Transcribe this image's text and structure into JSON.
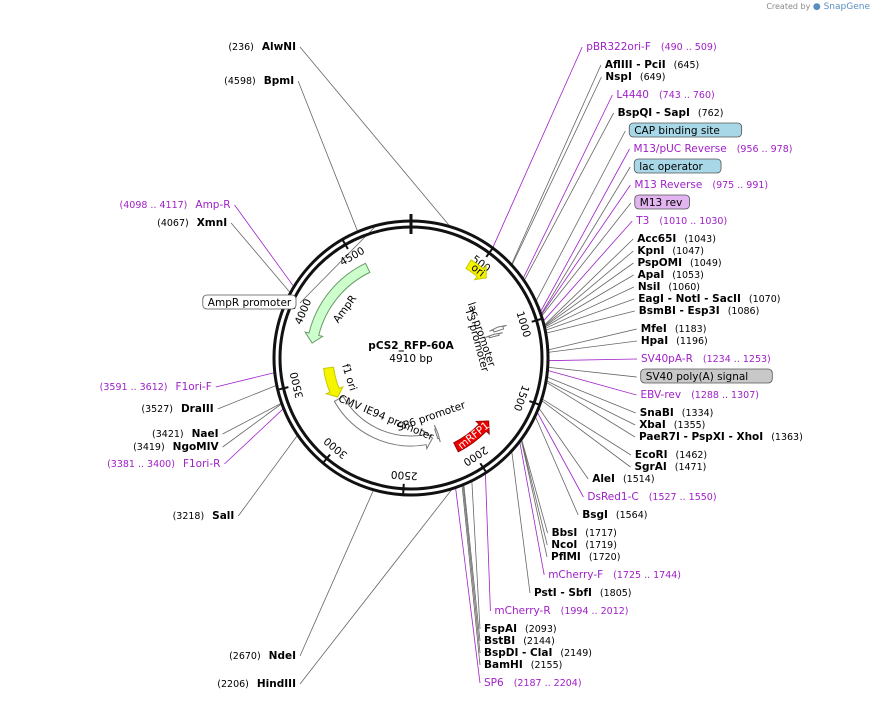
{
  "credit": {
    "prefix": "Created by",
    "brand": "SnapGene"
  },
  "plasmid": {
    "name": "pCS2_RFP-60A",
    "size": "4910 bp",
    "length": 4910
  },
  "ticks": [
    "500",
    "1000",
    "1500",
    "2000",
    "2500",
    "3000",
    "3500",
    "4000",
    "4500"
  ],
  "features": [
    {
      "id": "ori",
      "label": "ori",
      "start": 430,
      "end": 589,
      "strand": 1,
      "color": "#f5f500",
      "stroke": "#c8c800"
    },
    {
      "id": "ampr",
      "label": "AmpR",
      "start": 3800,
      "end": 4560,
      "strand": -1,
      "color": "#ccffcc",
      "stroke": "#6a9a6a"
    },
    {
      "id": "f1ori",
      "label": "f1 ori",
      "start": 3300,
      "end": 3590,
      "strand": -1,
      "color": "#f5f500",
      "stroke": "#c8c800"
    },
    {
      "id": "cmv",
      "label": "CMV IE94 promoter",
      "start": 2250,
      "end": 3280,
      "strand": -1,
      "color": "#ffffff",
      "stroke": "#777777"
    },
    {
      "id": "mrfp1",
      "label": "mRFP1",
      "start": 1760,
      "end": 2090,
      "strand": -1,
      "color": "#ee0000",
      "stroke": "#990000"
    },
    {
      "id": "sp6",
      "label": "SP6 promoter",
      "start": 2187,
      "end": 2204,
      "strand": -1,
      "color": "#ffffff",
      "stroke": "#777777"
    },
    {
      "id": "t3",
      "label": "T3 promoter",
      "start": 1010,
      "end": 1030,
      "strand": -1,
      "color": "#ffffff",
      "stroke": "#777777"
    },
    {
      "id": "lac",
      "label": "lac promoter",
      "start": 960,
      "end": 990,
      "strand": -1,
      "color": "#ffffff",
      "stroke": "#777777"
    }
  ],
  "sites": [
    {
      "id": "alwni",
      "side": "L",
      "pos": "(236)",
      "name": "AlwNI",
      "loc": 236
    },
    {
      "id": "bpmi",
      "side": "L",
      "pos": "(4598)",
      "name": "BpmI",
      "loc": 4598
    },
    {
      "id": "ampr-p",
      "side": "L",
      "kind": "primer",
      "name": "Amp-R",
      "range": "(4098 .. 4117)",
      "loc": 4107
    },
    {
      "id": "xmni",
      "side": "L",
      "pos": "(4067)",
      "name": "XmnI",
      "loc": 4067
    },
    {
      "id": "amprpromoter",
      "side": "L",
      "kind": "box",
      "name": "AmpR promoter",
      "box": "#ffffff",
      "loc": 4700
    },
    {
      "id": "f1ori-f",
      "side": "L",
      "kind": "primer",
      "name": "F1ori-F",
      "range": "(3591 .. 3612)",
      "loc": 3600
    },
    {
      "id": "draiii",
      "side": "L",
      "pos": "(3527)",
      "name": "DraIII",
      "loc": 3527
    },
    {
      "id": "naei",
      "side": "L",
      "pos": "(3421)",
      "name": "NaeI",
      "loc": 3421
    },
    {
      "id": "ngomiv",
      "side": "L",
      "pos": "(3419)",
      "name": "NgoMIV",
      "loc": 3419
    },
    {
      "id": "f1ori-r",
      "side": "L",
      "kind": "primer",
      "name": "F1ori-R",
      "range": "(3381 .. 3400)",
      "loc": 3390
    },
    {
      "id": "sali",
      "side": "L",
      "pos": "(3218)",
      "name": "SalI",
      "loc": 3218
    },
    {
      "id": "ndei",
      "side": "L",
      "pos": "(2670)",
      "name": "NdeI",
      "loc": 2670
    },
    {
      "id": "hindiii",
      "side": "L",
      "pos": "(2206)",
      "name": "HindIII",
      "loc": 2206
    },
    {
      "id": "pbr322",
      "side": "R",
      "kind": "primer",
      "name": "pBR322ori-F",
      "range": "(490 .. 509)",
      "loc": 500
    },
    {
      "id": "afliii",
      "side": "R",
      "name": "AflIII - PciI",
      "pos": "(645)",
      "loc": 645
    },
    {
      "id": "nspi",
      "side": "R",
      "name": "NspI",
      "pos": "(649)",
      "loc": 649
    },
    {
      "id": "l4440",
      "side": "R",
      "kind": "primer",
      "name": "L4440",
      "range": "(743 .. 760)",
      "loc": 750
    },
    {
      "id": "bspqi",
      "side": "R",
      "name": "BspQI - SapI",
      "pos": "(762)",
      "loc": 762
    },
    {
      "id": "cap",
      "side": "R",
      "kind": "box",
      "name": "CAP binding site",
      "box": "#a8d8e8",
      "loc": 900
    },
    {
      "id": "m13puc",
      "side": "R",
      "kind": "primer",
      "name": "M13/pUC Reverse",
      "range": "(956 .. 978)",
      "loc": 967
    },
    {
      "id": "lacop",
      "side": "R",
      "kind": "box",
      "name": "lac operator",
      "box": "#a8d8e8",
      "loc": 980
    },
    {
      "id": "m13r",
      "side": "R",
      "kind": "primer",
      "name": "M13 Reverse",
      "range": "(975 .. 991)",
      "loc": 983
    },
    {
      "id": "m13rev",
      "side": "R",
      "kind": "box",
      "name": "M13 rev",
      "box": "#e2b4f0",
      "loc": 990
    },
    {
      "id": "t3p",
      "side": "R",
      "kind": "primer",
      "name": "T3",
      "range": "(1010 .. 1030)",
      "loc": 1020
    },
    {
      "id": "acc65i",
      "side": "R",
      "name": "Acc65I",
      "pos": "(1043)",
      "loc": 1043
    },
    {
      "id": "kpni",
      "side": "R",
      "name": "KpnI",
      "pos": "(1047)",
      "loc": 1047
    },
    {
      "id": "psppomi",
      "side": "R",
      "name": "PspOMI",
      "pos": "(1049)",
      "loc": 1049
    },
    {
      "id": "apai",
      "side": "R",
      "name": "ApaI",
      "pos": "(1053)",
      "loc": 1053
    },
    {
      "id": "nsii",
      "side": "R",
      "name": "NsiI",
      "pos": "(1060)",
      "loc": 1060
    },
    {
      "id": "eagi",
      "side": "R",
      "name": "EagI - NotI - SacII",
      "pos": "(1070)",
      "loc": 1070
    },
    {
      "id": "bsmbi",
      "side": "R",
      "name": "BsmBI - Esp3I",
      "pos": "(1086)",
      "loc": 1086
    },
    {
      "id": "mfei",
      "side": "R",
      "name": "MfeI",
      "pos": "(1183)",
      "loc": 1183
    },
    {
      "id": "hpai",
      "side": "R",
      "name": "HpaI",
      "pos": "(1196)",
      "loc": 1196
    },
    {
      "id": "sv40pa",
      "side": "R",
      "kind": "primer",
      "name": "SV40pA-R",
      "range": "(1234 .. 1253)",
      "loc": 1243
    },
    {
      "id": "sv40sig",
      "side": "R",
      "kind": "box",
      "name": "SV40 poly(A) signal",
      "box": "#c8c8c8",
      "loc": 1280
    },
    {
      "id": "ebvrev",
      "side": "R",
      "kind": "primer",
      "name": "EBV-rev",
      "range": "(1288 .. 1307)",
      "loc": 1297
    },
    {
      "id": "snabi",
      "side": "R",
      "name": "SnaBI",
      "pos": "(1334)",
      "loc": 1334
    },
    {
      "id": "xbai",
      "side": "R",
      "name": "XbaI",
      "pos": "(1355)",
      "loc": 1355
    },
    {
      "id": "paer7i",
      "side": "R",
      "name": "PaeR7I - PspXI - XhoI",
      "pos": "(1363)",
      "loc": 1363
    },
    {
      "id": "ecori",
      "side": "R",
      "name": "EcoRI",
      "pos": "(1462)",
      "loc": 1462
    },
    {
      "id": "sgrai",
      "side": "R",
      "name": "SgrAI",
      "pos": "(1471)",
      "loc": 1471
    },
    {
      "id": "alei",
      "side": "R",
      "name": "AleI",
      "pos": "(1514)",
      "loc": 1514
    },
    {
      "id": "dsred",
      "side": "R",
      "kind": "primer",
      "name": "DsRed1-C",
      "range": "(1527 .. 1550)",
      "loc": 1538
    },
    {
      "id": "bsgi",
      "side": "R",
      "name": "BsgI",
      "pos": "(1564)",
      "loc": 1564
    },
    {
      "id": "bbsi",
      "side": "R",
      "name": "BbsI",
      "pos": "(1717)",
      "loc": 1717
    },
    {
      "id": "ncoi",
      "side": "R",
      "name": "NcoI",
      "pos": "(1719)",
      "loc": 1719
    },
    {
      "id": "pflmi",
      "side": "R",
      "name": "PflMI",
      "pos": "(1720)",
      "loc": 1720
    },
    {
      "id": "mcherryf",
      "side": "R",
      "kind": "primer",
      "name": "mCherry-F",
      "range": "(1725 .. 1744)",
      "loc": 1734
    },
    {
      "id": "psti",
      "side": "R",
      "name": "PstI - SbfI",
      "pos": "(1805)",
      "loc": 1805
    },
    {
      "id": "mcherryr",
      "side": "R",
      "kind": "primer",
      "name": "mCherry-R",
      "range": "(1994 .. 2012)",
      "loc": 2003
    },
    {
      "id": "fspai",
      "side": "R",
      "name": "FspAI",
      "pos": "(2093)",
      "loc": 2093
    },
    {
      "id": "bstbi",
      "side": "R",
      "name": "BstBI",
      "pos": "(2144)",
      "loc": 2144
    },
    {
      "id": "bspdi",
      "side": "R",
      "name": "BspDI - ClaI",
      "pos": "(2149)",
      "loc": 2149
    },
    {
      "id": "bamhi",
      "side": "R",
      "name": "BamHI",
      "pos": "(2155)",
      "loc": 2155
    },
    {
      "id": "sp6p",
      "side": "R",
      "kind": "primer",
      "name": "SP6",
      "range": "(2187 .. 2204)",
      "loc": 2195
    }
  ]
}
